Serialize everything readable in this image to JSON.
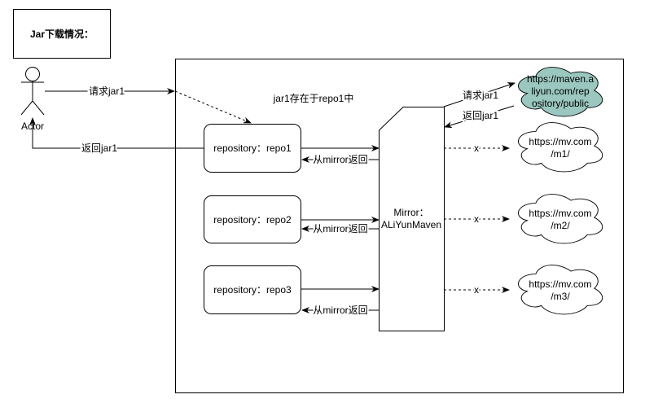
{
  "title": "Jar下载情况：",
  "actor": {
    "label": "Actor"
  },
  "notes": {
    "exists": "jar1存在于repo1中"
  },
  "edges": {
    "request": "请求jar1",
    "return": "返回jar1",
    "from_mirror": "从mirror返回",
    "blocked": "x"
  },
  "repos": [
    {
      "label": "repository：repo1"
    },
    {
      "label": "repository：repo2"
    },
    {
      "label": "repository：repo3"
    }
  ],
  "mirror": {
    "line1": "Mirror：",
    "line2": "ALiYunMaven"
  },
  "clouds": [
    {
      "lines": [
        "https://maven.a",
        "liyun.com/rep",
        "ository/public"
      ],
      "fill": "#9ac7bf"
    },
    {
      "lines": [
        "https://mv.com",
        "/m1/"
      ],
      "fill": "#ffffff"
    },
    {
      "lines": [
        "https://mv.com",
        "/m2/"
      ],
      "fill": "#ffffff"
    },
    {
      "lines": [
        "https://mv.com",
        "/m3/"
      ],
      "fill": "#ffffff"
    }
  ]
}
